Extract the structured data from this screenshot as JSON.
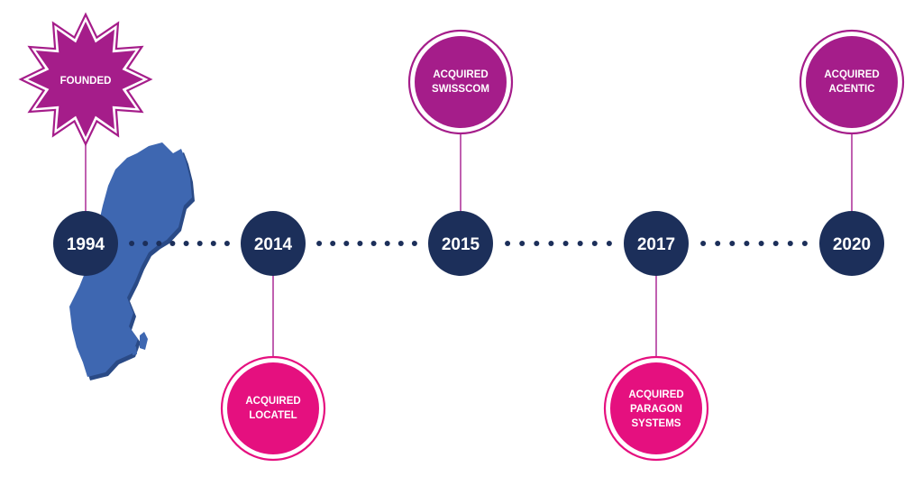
{
  "colors": {
    "navy": "#1c2f5a",
    "magenta": "#a51d8a",
    "pink": "#e5107f",
    "connector": "#b0389c",
    "map_blue": "#3e67b1"
  },
  "founded": {
    "label": "FOUNDED",
    "icon": "star-badge-icon"
  },
  "map": {
    "icon": "sweden-map-icon"
  },
  "milestones": [
    {
      "year": "1994"
    },
    {
      "year": "2014"
    },
    {
      "year": "2015"
    },
    {
      "year": "2017"
    },
    {
      "year": "2020"
    }
  ],
  "events": [
    {
      "lines": [
        "ACQUIRED",
        "LOCATEL"
      ]
    },
    {
      "lines": [
        "ACQUIRED",
        "SWISSCOM"
      ]
    },
    {
      "lines": [
        "ACQUIRED",
        "PARAGON",
        "SYSTEMS"
      ]
    },
    {
      "lines": [
        "ACQUIRED",
        "ACENTIC"
      ]
    }
  ]
}
